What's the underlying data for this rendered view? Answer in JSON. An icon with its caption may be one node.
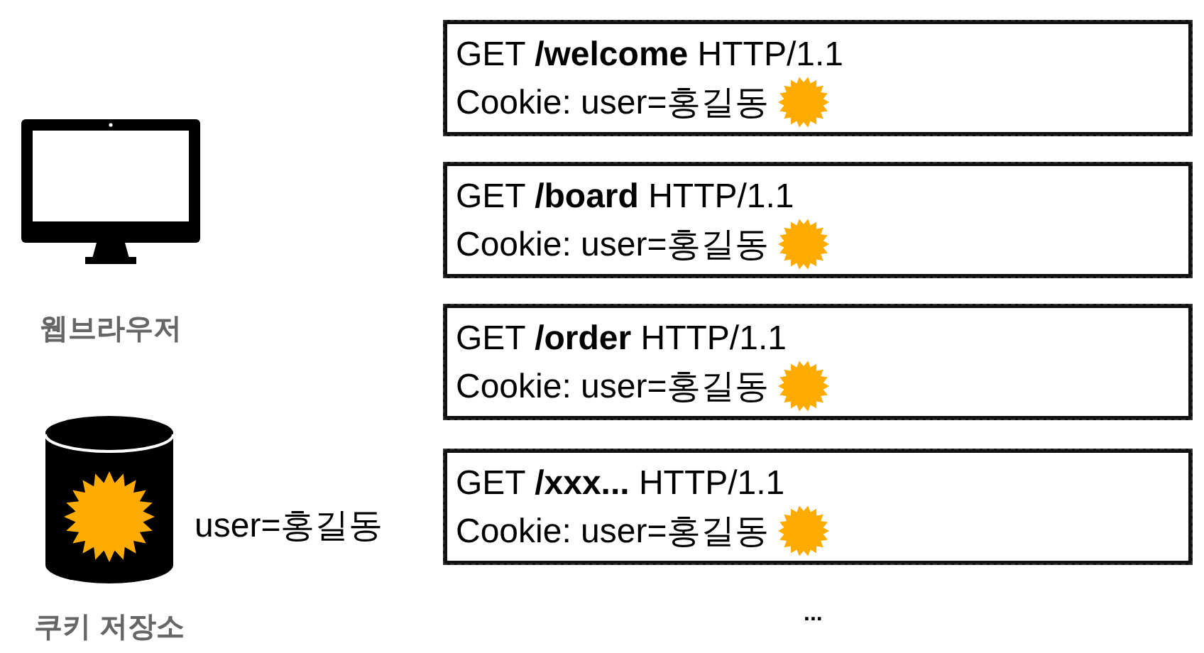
{
  "diagram": {
    "nodes": [
      {
        "text": [
          "웹브라우저"
        ]
      },
      {
        "text": [
          "쿠키 저장소"
        ],
        "beside": [
          "user=홍길동"
        ]
      },
      {
        "text": [
          "GET **/welcome** HTTP/1.1",
          "Cookie: user=홍길동"
        ]
      },
      {
        "text": [
          "GET **/board** HTTP/1.1",
          "Cookie: user=홍길동"
        ]
      },
      {
        "text": [
          "GET **/order** HTTP/1.1",
          "Cookie: user=홍길동"
        ]
      },
      {
        "text": [
          "GET **/xxx...** HTTP/1.1",
          "Cookie: user=홍길동"
        ]
      }
    ],
    "edges": [],
    "labels": [
      "..."
    ]
  }
}
